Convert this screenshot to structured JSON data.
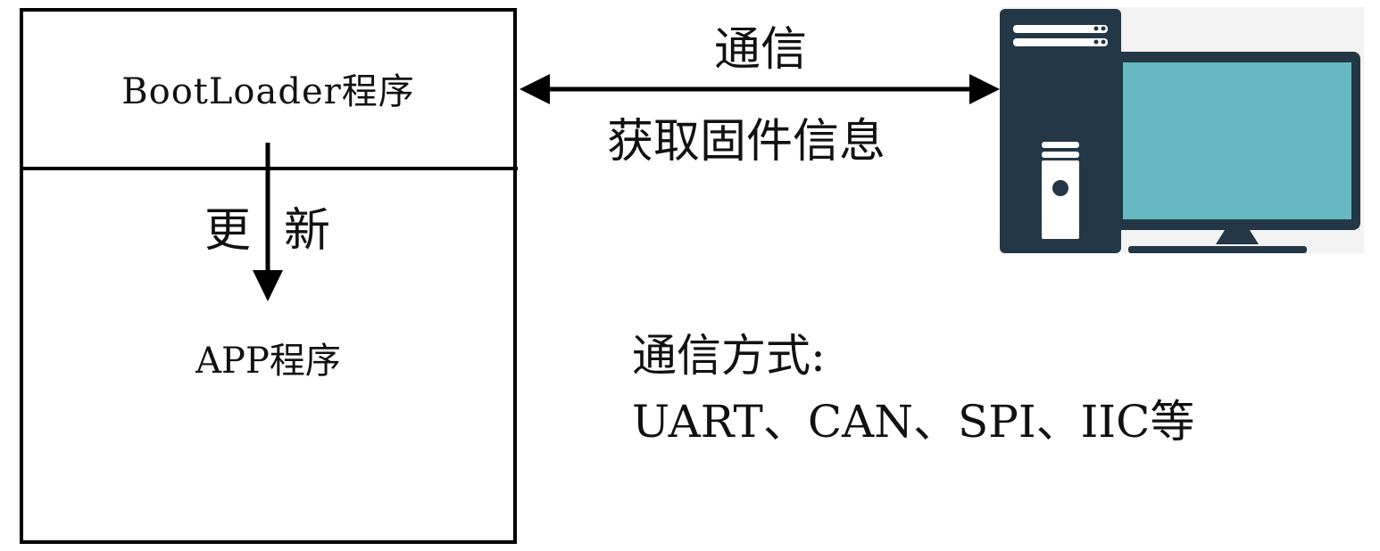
{
  "mcu": {
    "bootloader_label": "BootLoader程序",
    "app_label": "APP程序",
    "update_label_part1": "更",
    "update_label_part2": "新"
  },
  "link": {
    "top_label": "通信",
    "bottom_label": "获取固件信息"
  },
  "methods": {
    "title": "通信方式:",
    "list": "UART、CAN、SPI、IIC等"
  },
  "colors": {
    "line": "#000000",
    "tower": "#243746",
    "screen": "#66b9c0",
    "screen_frame": "#243746",
    "background_panel": "#f3f3f3",
    "white": "#ffffff"
  },
  "icons": {
    "computer": "desktop-computer-icon"
  }
}
